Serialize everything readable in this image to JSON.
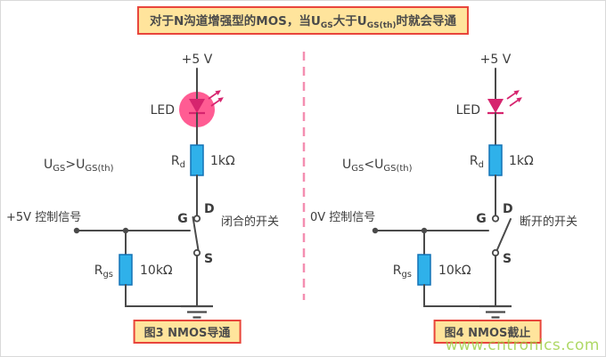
{
  "banner": {
    "p1": "对于N沟道增强型的MOS，当U",
    "s1": "GS",
    "p2": "大于U",
    "s2": "GS(th)",
    "p3": "时就会导通"
  },
  "left": {
    "supply": "+5 V",
    "led": "LED",
    "rd": {
      "name": "R",
      "sub": "d",
      "value": "1kΩ"
    },
    "cond": {
      "u": "U",
      "s1": "GS",
      "mid": ">U",
      "s2": "GS(th)"
    },
    "control": "+5V 控制信号",
    "gate": "G",
    "drain": "D",
    "source": "S",
    "switch_label": "闭合的开关",
    "rgs": {
      "name": "R",
      "sub": "gs",
      "value": "10kΩ"
    },
    "caption": "图3 NMOS导通"
  },
  "right": {
    "supply": "+5 V",
    "led": "LED",
    "rd": {
      "name": "R",
      "sub": "d",
      "value": "1kΩ"
    },
    "cond": {
      "u": "U",
      "s1": "GS",
      "mid": "<U",
      "s2": "GS(th)"
    },
    "control": "0V 控制信号",
    "gate": "G",
    "drain": "D",
    "source": "S",
    "switch_label": "断开的开关",
    "rgs": {
      "name": "R",
      "sub": "gs",
      "value": "10kΩ"
    },
    "caption": "图4 NMOS截止"
  },
  "watermark": "www.cntronics.com",
  "colors": {
    "accent_red": "#e8453c",
    "banner_bg": "#ffe49c",
    "led_pink_glow": "#ff5c93",
    "led_symbol": "#d6246e",
    "resistor_blue": "#2fb1ea",
    "divider_pink": "#f48fb1",
    "watermark_green": "#9bcf3f"
  }
}
